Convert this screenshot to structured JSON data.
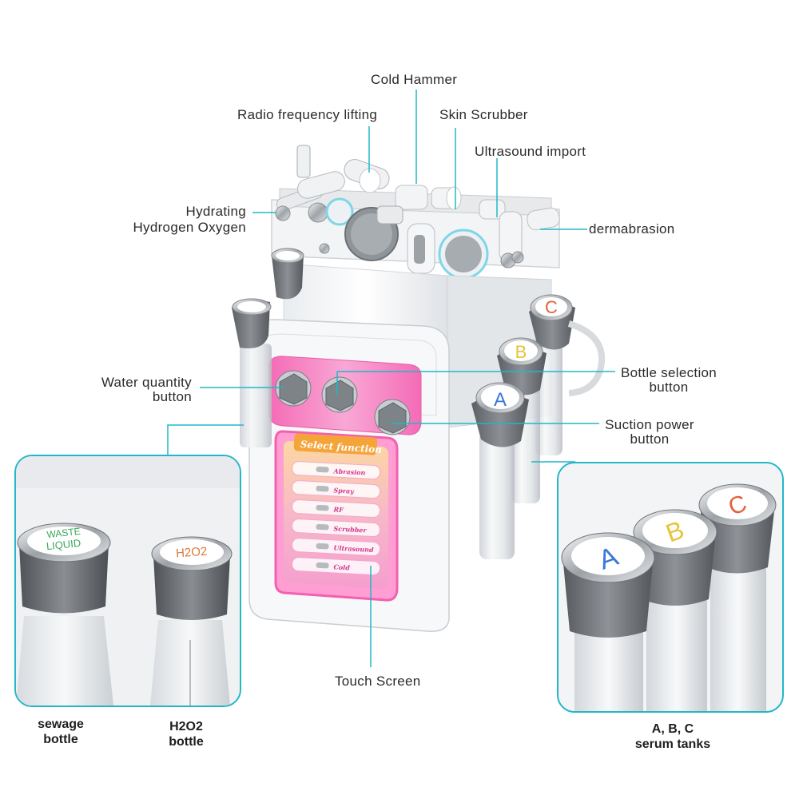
{
  "labels": {
    "cold_hammer": "Cold Hammer",
    "radio_frequency": "Radio frequency lifting",
    "skin_scrubber": "Skin Scrubber",
    "ultrasound_import": "Ultrasound import",
    "hydrating_line1": "Hydrating",
    "hydrating_line2": "Hydrogen Oxygen",
    "dermabrasion": "dermabrasion",
    "water_quantity_line1": "Water quantity",
    "water_quantity_line2": "button",
    "bottle_selection_line1": "Bottle selection",
    "bottle_selection_line2": "button",
    "suction_power_line1": "Suction power",
    "suction_power_line2": "button",
    "touch_screen": "Touch Screen"
  },
  "screen": {
    "title": "Select function",
    "items": [
      "Abrasion",
      "Spray",
      "RF",
      "Scrubber",
      "Ultrasound",
      "Cold"
    ]
  },
  "bottles": {
    "serum_a": "A",
    "serum_b": "B",
    "serum_c": "C",
    "waste_line1": "WASTE",
    "waste_line2": "LIQUID",
    "h2o2": "H2O2"
  },
  "captions": {
    "sewage_line1": "sewage",
    "sewage_line2": "bottle",
    "h2o2_line1": "H2O2",
    "h2o2_line2": "bottle",
    "serum_line1": "A, B, C",
    "serum_line2": "serum tanks"
  },
  "colors": {
    "callout_line": "#1fb8c9",
    "inset_border": "#23b7c8",
    "serum_a": "#3a78d8",
    "serum_b": "#e6c43c",
    "serum_c": "#e4603a",
    "panel_pink": "#f17fc0"
  }
}
